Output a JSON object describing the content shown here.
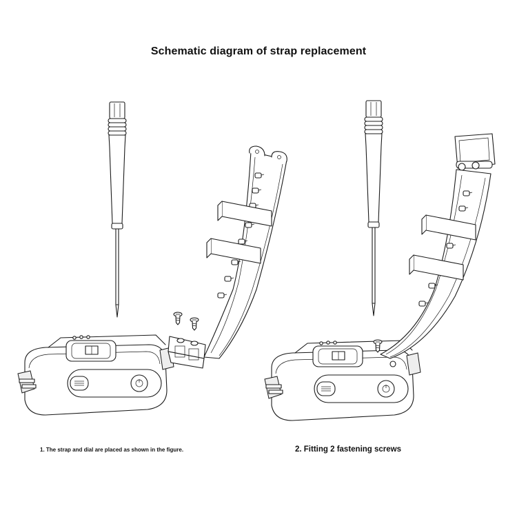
{
  "title": "Schematic diagram of strap replacement",
  "steps": [
    {
      "caption": "1. The strap and dial are placed as shown in the figure."
    },
    {
      "caption": "2. Fitting 2 fastening screws"
    }
  ],
  "icons": [
    "screwdriver-icon",
    "watch-strap-icon",
    "watch-dial-icon",
    "screw-icon"
  ]
}
